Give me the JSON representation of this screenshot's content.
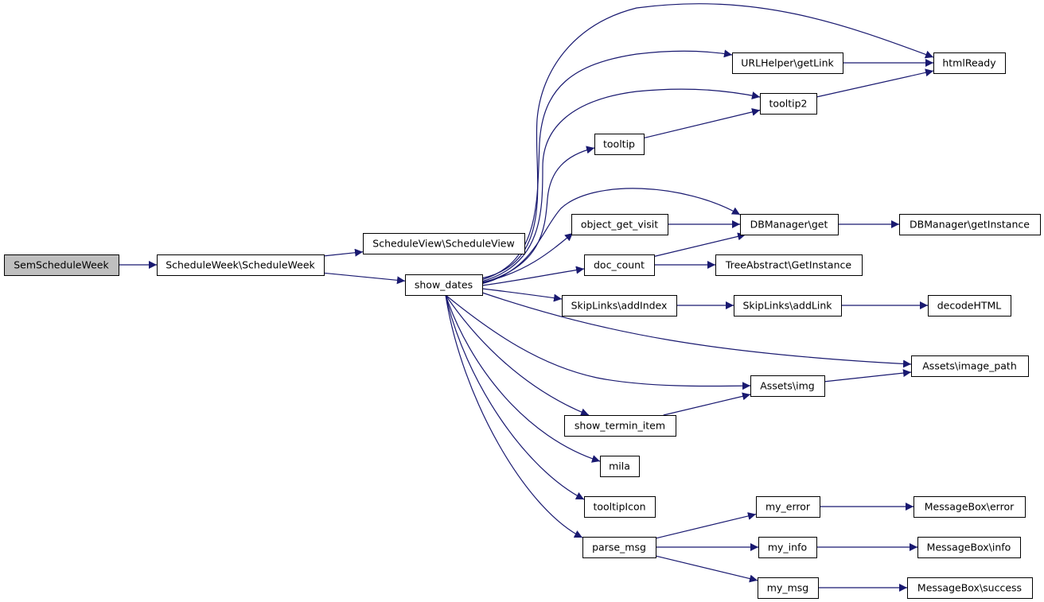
{
  "colors": {
    "edge": "#191970",
    "node_fill": "#ffffff",
    "root_fill": "#bfbfbf",
    "node_border": "#000000"
  },
  "nodes": [
    {
      "id": "semscheduleweek",
      "label": "SemScheduleWeek",
      "root": true
    },
    {
      "id": "scheduleweek",
      "label": "ScheduleWeek\\ScheduleWeek"
    },
    {
      "id": "scheduleview",
      "label": "ScheduleView\\ScheduleView"
    },
    {
      "id": "show_dates",
      "label": "show_dates"
    },
    {
      "id": "htmlready",
      "label": "htmlReady"
    },
    {
      "id": "urlhelper_getlink",
      "label": "URLHelper\\getLink"
    },
    {
      "id": "tooltip2",
      "label": "tooltip2"
    },
    {
      "id": "tooltip",
      "label": "tooltip"
    },
    {
      "id": "object_get_visit",
      "label": "object_get_visit"
    },
    {
      "id": "dbmanager_get",
      "label": "DBManager\\get"
    },
    {
      "id": "dbmanager_getinstance",
      "label": "DBManager\\getInstance"
    },
    {
      "id": "doc_count",
      "label": "doc_count"
    },
    {
      "id": "treeabstract_getinstance",
      "label": "TreeAbstract\\GetInstance"
    },
    {
      "id": "skiplinks_addindex",
      "label": "SkipLinks\\addIndex"
    },
    {
      "id": "skiplinks_addlink",
      "label": "SkipLinks\\addLink"
    },
    {
      "id": "decodehtml",
      "label": "decodeHTML"
    },
    {
      "id": "assets_image_path",
      "label": "Assets\\image_path"
    },
    {
      "id": "assets_img",
      "label": "Assets\\img"
    },
    {
      "id": "show_termin_item",
      "label": "show_termin_item"
    },
    {
      "id": "mila",
      "label": "mila"
    },
    {
      "id": "tooltipicon",
      "label": "tooltipIcon"
    },
    {
      "id": "parse_msg",
      "label": "parse_msg"
    },
    {
      "id": "my_error",
      "label": "my_error"
    },
    {
      "id": "messagebox_error",
      "label": "MessageBox\\error"
    },
    {
      "id": "my_info",
      "label": "my_info"
    },
    {
      "id": "messagebox_info",
      "label": "MessageBox\\info"
    },
    {
      "id": "my_msg",
      "label": "my_msg"
    },
    {
      "id": "messagebox_success",
      "label": "MessageBox\\success"
    }
  ],
  "edges": [
    [
      "semscheduleweek",
      "scheduleweek"
    ],
    [
      "scheduleweek",
      "scheduleview"
    ],
    [
      "scheduleweek",
      "show_dates"
    ],
    [
      "show_dates",
      "htmlready"
    ],
    [
      "show_dates",
      "urlhelper_getlink"
    ],
    [
      "show_dates",
      "tooltip2"
    ],
    [
      "show_dates",
      "tooltip"
    ],
    [
      "show_dates",
      "dbmanager_get"
    ],
    [
      "show_dates",
      "object_get_visit"
    ],
    [
      "show_dates",
      "doc_count"
    ],
    [
      "show_dates",
      "skiplinks_addindex"
    ],
    [
      "show_dates",
      "assets_image_path"
    ],
    [
      "show_dates",
      "assets_img"
    ],
    [
      "show_dates",
      "show_termin_item"
    ],
    [
      "show_dates",
      "mila"
    ],
    [
      "show_dates",
      "tooltipicon"
    ],
    [
      "show_dates",
      "parse_msg"
    ],
    [
      "urlhelper_getlink",
      "htmlready"
    ],
    [
      "tooltip2",
      "htmlready"
    ],
    [
      "tooltip",
      "tooltip2"
    ],
    [
      "object_get_visit",
      "dbmanager_get"
    ],
    [
      "dbmanager_get",
      "dbmanager_getinstance"
    ],
    [
      "doc_count",
      "dbmanager_get"
    ],
    [
      "doc_count",
      "treeabstract_getinstance"
    ],
    [
      "skiplinks_addindex",
      "skiplinks_addlink"
    ],
    [
      "skiplinks_addlink",
      "decodehtml"
    ],
    [
      "assets_img",
      "assets_image_path"
    ],
    [
      "show_termin_item",
      "assets_img"
    ],
    [
      "parse_msg",
      "my_error"
    ],
    [
      "parse_msg",
      "my_info"
    ],
    [
      "parse_msg",
      "my_msg"
    ],
    [
      "my_error",
      "messagebox_error"
    ],
    [
      "my_info",
      "messagebox_info"
    ],
    [
      "my_msg",
      "messagebox_success"
    ]
  ]
}
